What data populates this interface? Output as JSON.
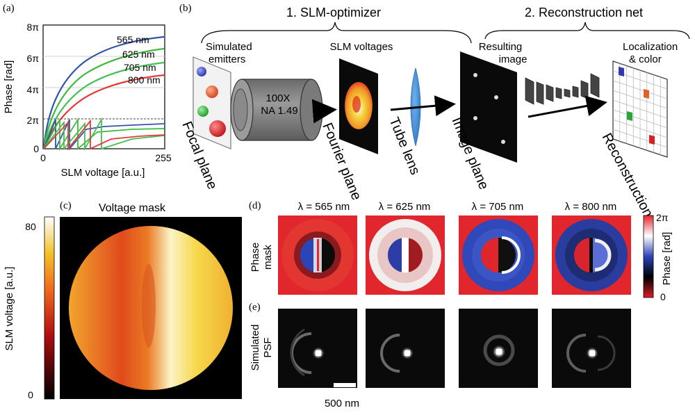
{
  "panels": {
    "a": {
      "tag": "(a)",
      "ylabel": "Phase [rad]",
      "xlabel": "SLM voltage [a.u.]",
      "yticks": [
        "8π",
        "6π",
        "4π",
        "2π",
        "0"
      ],
      "xticks": [
        "0",
        "255"
      ],
      "curve_labels": [
        "565 nm",
        "625 nm",
        "705 nm",
        "800 nm"
      ],
      "colors": [
        "#2f56a8",
        "#3dbb3d",
        "#44c052",
        "#e03a3a"
      ]
    },
    "b": {
      "tag": "(b)",
      "title_1": "1. SLM-optimizer",
      "title_2": "2. Reconstruction net",
      "simulated_emitters": [
        "Simulated",
        "emitters"
      ],
      "objective": [
        "100X",
        "NA 1.49"
      ],
      "slm_voltages": "SLM voltages",
      "resulting_image": [
        "Resulting",
        "image"
      ],
      "localization": [
        "Localization",
        "& color"
      ],
      "focal_plane": "Focal plane",
      "fourier_plane": "Fourier plane",
      "tube_lens": "Tube lens",
      "image_plane": "Image plane",
      "reconstruction": "Reconstruction"
    },
    "c": {
      "tag": "(c)",
      "title": "Voltage mask",
      "colorbar_label": "SLM voltage [a.u.]",
      "colorbar_ticks": [
        "80",
        "0"
      ]
    },
    "d": {
      "tag": "(d)",
      "row_label": [
        "Phase",
        "mask"
      ],
      "wavelengths": [
        "λ = 565 nm",
        "λ = 625 nm",
        "λ = 705 nm",
        "λ = 800 nm"
      ],
      "colorbar_label": "Phase [rad]",
      "colorbar_ticks": [
        "2π",
        "0"
      ]
    },
    "e": {
      "tag": "(e)",
      "row_label": [
        "Simulated",
        "PSF"
      ],
      "scalebar": "500 nm"
    }
  }
}
